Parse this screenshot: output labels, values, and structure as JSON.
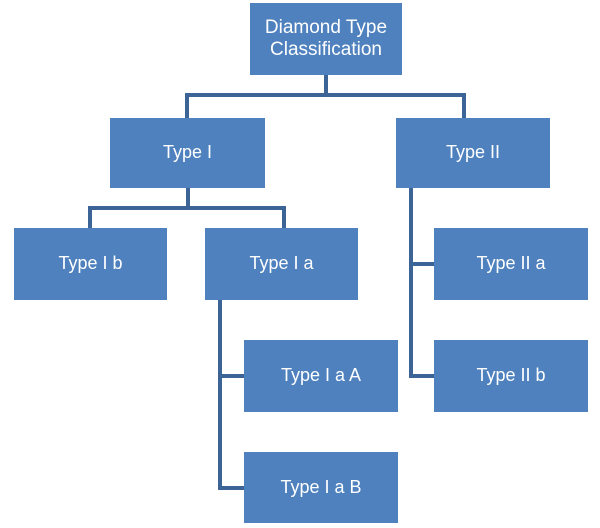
{
  "diagram": {
    "title": "Diamond Type Classification",
    "type": "organizational-tree",
    "colors": {
      "node_fill": "#4E81BD",
      "node_text": "#FFFFFF",
      "connector": "#3C6497",
      "background": "#FFFFFF"
    },
    "nodes": {
      "root": {
        "label": "Diamond Type\nClassification",
        "level": 1
      },
      "type1": {
        "label": "Type I",
        "level": 2
      },
      "type2": {
        "label": "Type II",
        "level": 2
      },
      "type1b": {
        "label": "Type I b",
        "level": 3
      },
      "type1a": {
        "label": "Type I a",
        "level": 3
      },
      "type2a": {
        "label": "Type II a",
        "level": 3
      },
      "type1aA": {
        "label": "Type I a A",
        "level": 4
      },
      "type2b": {
        "label": "Type II b",
        "level": 3
      },
      "type1aB": {
        "label": "Type I a B",
        "level": 4
      }
    },
    "edges": [
      {
        "from": "root",
        "to": "type1"
      },
      {
        "from": "root",
        "to": "type2"
      },
      {
        "from": "type1",
        "to": "type1b"
      },
      {
        "from": "type1",
        "to": "type1a"
      },
      {
        "from": "type1a",
        "to": "type1aA"
      },
      {
        "from": "type1a",
        "to": "type1aB"
      },
      {
        "from": "type2",
        "to": "type2a"
      },
      {
        "from": "type2",
        "to": "type2b"
      }
    ]
  }
}
